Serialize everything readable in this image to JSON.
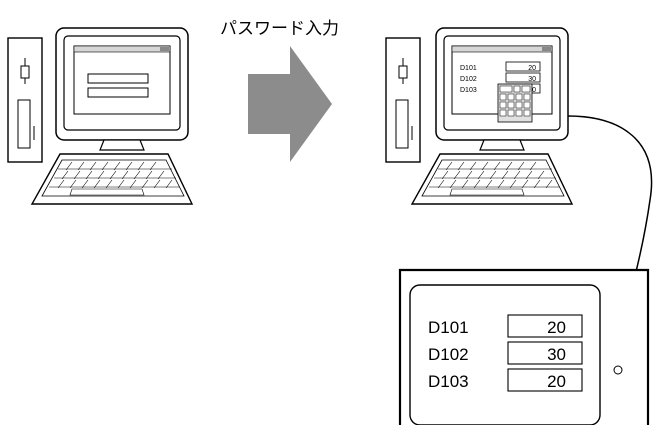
{
  "caption": "パスワード入力",
  "client_screen": {
    "rows": [
      {
        "label": "D101",
        "value": "20"
      },
      {
        "label": "D102",
        "value": "30"
      },
      {
        "label": "D103",
        "value": "20"
      }
    ]
  },
  "display_panel": {
    "rows": [
      {
        "label": "D101",
        "value": "20"
      },
      {
        "label": "D102",
        "value": "30"
      },
      {
        "label": "D103",
        "value": "20"
      }
    ]
  }
}
